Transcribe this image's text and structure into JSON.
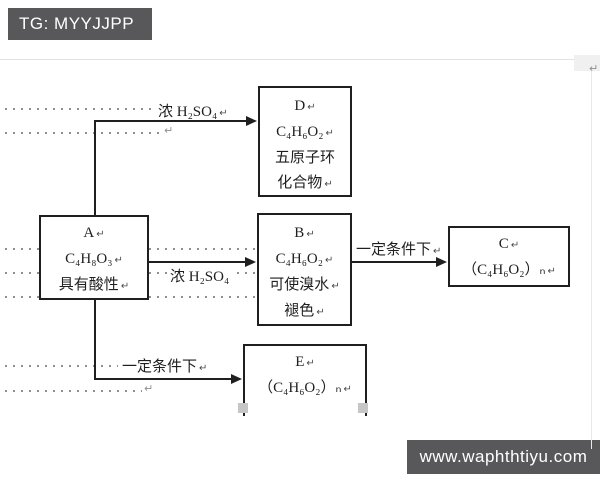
{
  "watermark_top": "TG: MYYJJPP",
  "watermark_bottom": "www.waphthtiyu.com",
  "pilcrow": "↵",
  "colors": {
    "banner_bg": "#58585a",
    "banner_text": "#ffffff",
    "line": "#1f1f1f",
    "dots": "#8f8f8f",
    "handle": "#c6c6c6"
  },
  "boxes": {
    "a": {
      "lines": [
        "A",
        "C₄H₈O₃",
        "具有酸性"
      ]
    },
    "d": {
      "lines": [
        "D",
        "C₄H₆O₂",
        "五原子环",
        "化合物"
      ]
    },
    "b": {
      "lines": [
        "B",
        "C₄H₆O₂",
        "可使溴水",
        "褪色"
      ]
    },
    "c": {
      "lines": [
        "C",
        "（C₄H₆O₂）ₙ"
      ]
    },
    "e": {
      "lines": [
        "E",
        "（C₄H₆O₂）ₙ"
      ]
    }
  },
  "edges": {
    "a_to_d": {
      "from": "A",
      "to": "D",
      "label": "浓 H₂SO₄"
    },
    "a_to_b": {
      "from": "A",
      "to": "B",
      "label": "浓 H₂SO₄"
    },
    "b_to_c": {
      "from": "B",
      "to": "C",
      "label": "一定条件下"
    },
    "a_to_e": {
      "from": "A",
      "to": "E",
      "label": "一定条件下"
    }
  }
}
